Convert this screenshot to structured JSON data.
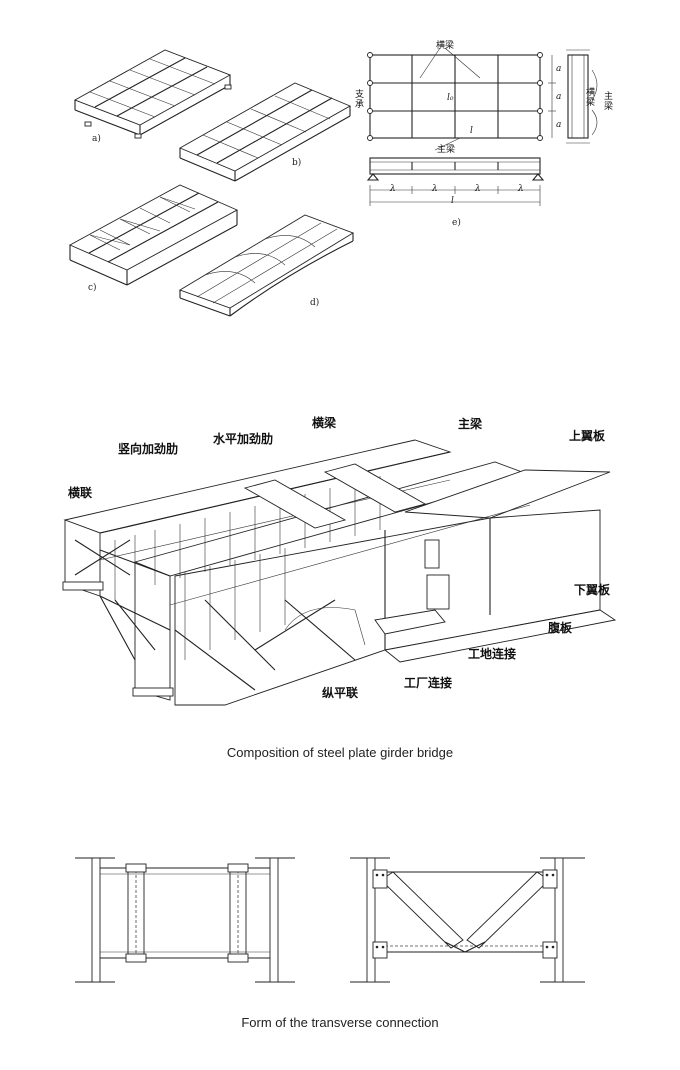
{
  "top": {
    "sub_a": "a)",
    "sub_b": "b)",
    "sub_c": "c)",
    "sub_d": "d)",
    "sub_e": "e)",
    "e_labels": {
      "cross_beam": "横梁",
      "bearing": "支承",
      "main_beam": "主梁",
      "cross_beam_side": "横梁",
      "main_beam_side": "主梁",
      "l0": "l₀",
      "l": "l",
      "lambda": "λ",
      "a": "a"
    }
  },
  "middle": {
    "labels": {
      "vertical_stiffener": "竖向加劲肋",
      "horizontal_stiffener": "水平加劲肋",
      "cross_beam": "横梁",
      "main_beam": "主梁",
      "top_flange": "上翼板",
      "transverse_bracing": "横联",
      "bottom_flange": "下翼板",
      "web": "腹板",
      "site_connection": "工地连接",
      "factory_connection": "工厂连接",
      "longitudinal_bracing": "纵平联"
    },
    "caption": "Composition of steel plate girder bridge"
  },
  "bottom": {
    "caption": "Form of the transverse connection"
  }
}
